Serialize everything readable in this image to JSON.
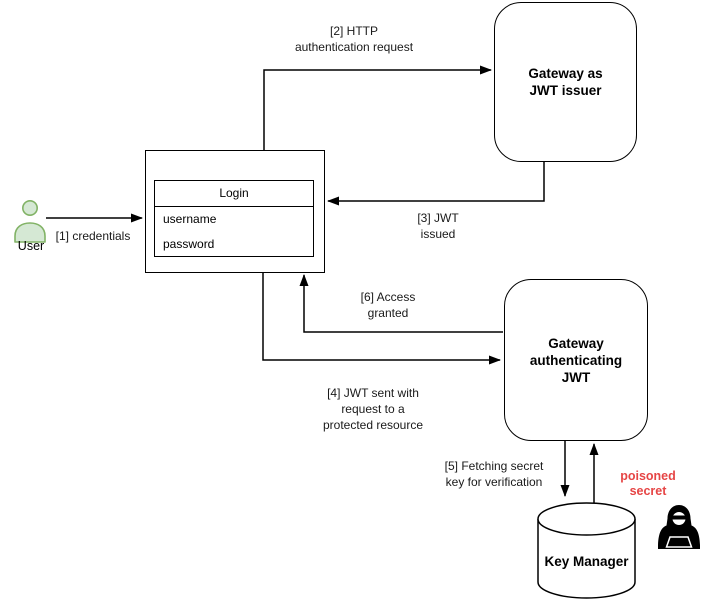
{
  "diagram": {
    "background_color": "#ffffff",
    "line_color": "#000000",
    "poisoned_text_color": "#e64545",
    "user_icon_fill": "#d5e8d4",
    "user_icon_stroke": "#82b366",
    "icons": {
      "user": "person-icon",
      "attacker": "hacker-icon",
      "key_manager": "database-cylinder"
    }
  },
  "nodes": {
    "user": {
      "label": "User"
    },
    "login_form": {
      "title": "Login",
      "fields": [
        "username",
        "password"
      ]
    },
    "gateway_issuer": {
      "label": "Gateway as\nJWT issuer"
    },
    "gateway_auth": {
      "label": "Gateway\nauthenticating\nJWT"
    },
    "key_manager": {
      "label": "Key Manager"
    }
  },
  "edges": {
    "e1": "[1] credentials",
    "e2": "[2] HTTP\nauthentication request",
    "e3": "[3] JWT\nissued",
    "e4": "[4] JWT sent with\nrequest to a\nprotected resource",
    "e5": "[5] Fetching secret\nkey for verification",
    "e6": "[6] Access\ngranted",
    "poisoned_secret": "poisoned\nsecret"
  }
}
